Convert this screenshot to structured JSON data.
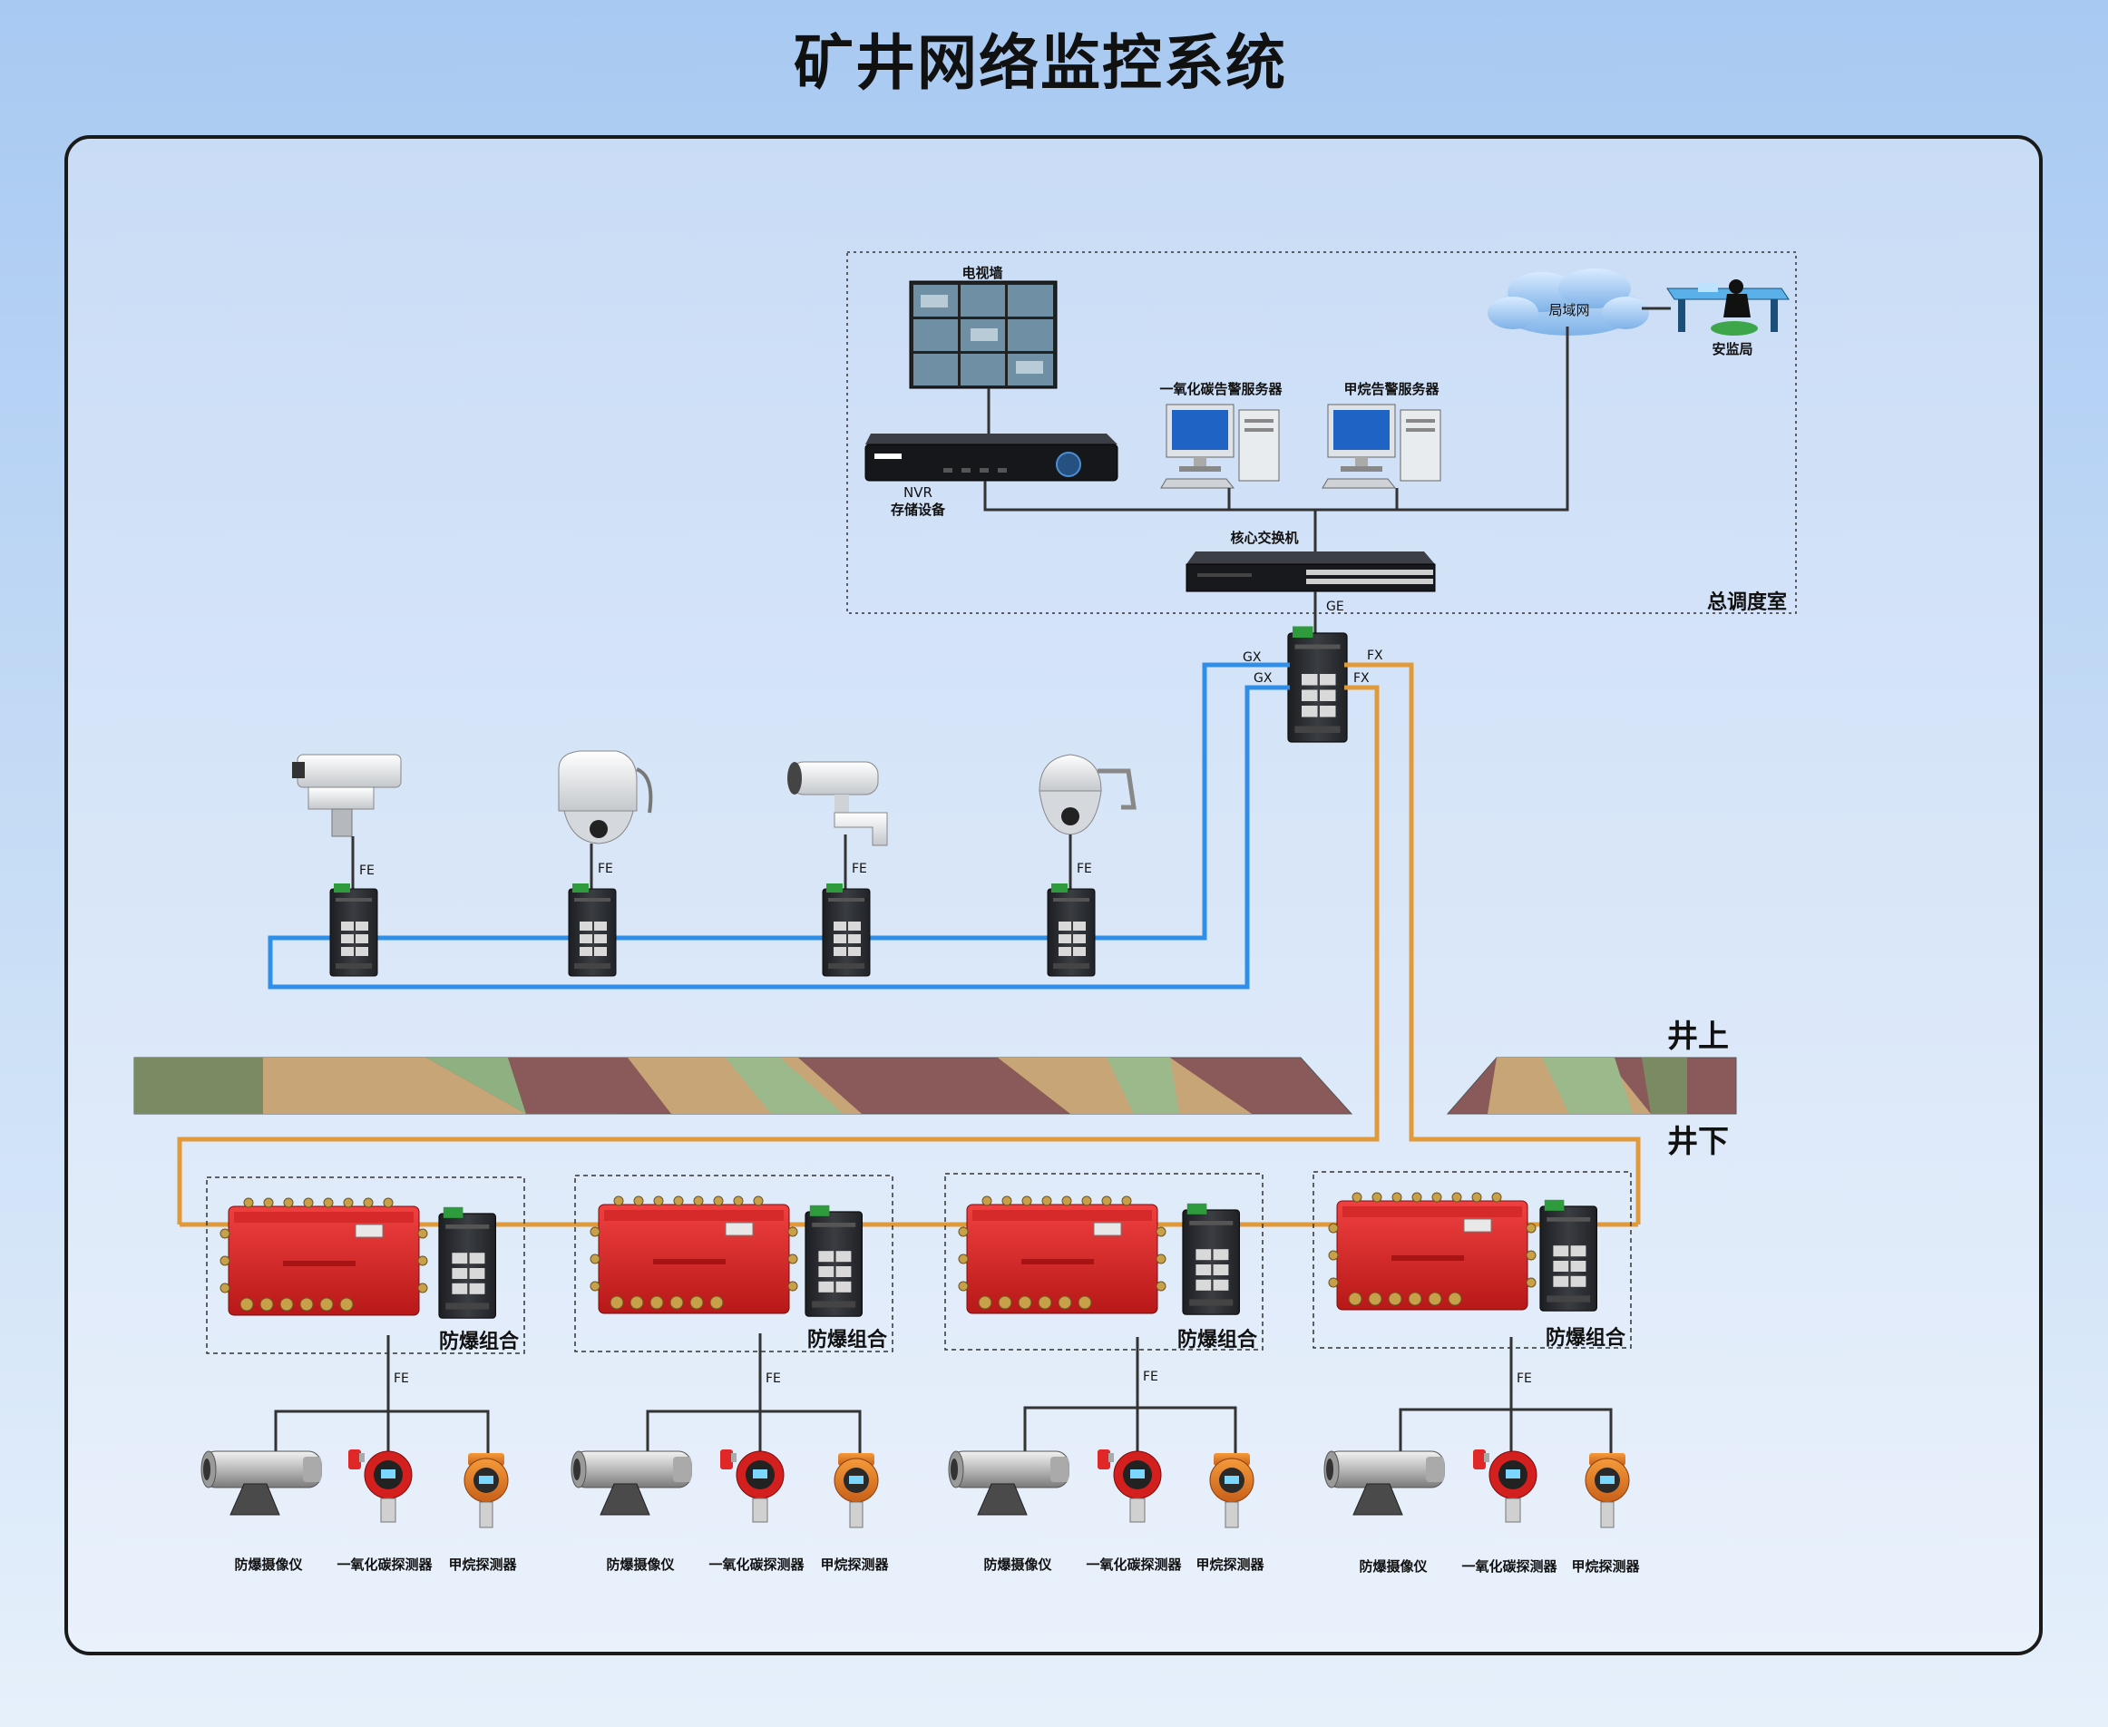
{
  "title": "矿井网络监控系统",
  "control_room": {
    "label": "总调度室",
    "tv_wall": "电视墙",
    "nvr_line1": "NVR",
    "nvr_line2": "存储设备",
    "co_server": "一氧化碳告警服务器",
    "ch4_server": "甲烷告警服务器",
    "lan": "局域网",
    "safety_bureau": "安监局",
    "core_switch": "核心交换机",
    "ge": "GE"
  },
  "uplinks": {
    "gx1": "GX",
    "gx2": "GX",
    "fx1": "FX",
    "fx2": "FX"
  },
  "surface_label": "井上",
  "underground_label": "井下",
  "surface_cameras": [
    {
      "port": "FE"
    },
    {
      "port": "FE"
    },
    {
      "port": "FE"
    },
    {
      "port": "FE"
    }
  ],
  "stations": [
    {
      "label": "防爆组合",
      "port": "FE",
      "dev1": "防爆摄像仪",
      "dev2": "一氧化碳探测器",
      "dev3": "甲烷探测器"
    },
    {
      "label": "防爆组合",
      "port": "FE",
      "dev1": "防爆摄像仪",
      "dev2": "一氧化碳探测器",
      "dev3": "甲烷探测器"
    },
    {
      "label": "防爆组合",
      "port": "FE",
      "dev1": "防爆摄像仪",
      "dev2": "一氧化碳探测器",
      "dev3": "甲烷探测器"
    },
    {
      "label": "防爆组合",
      "port": "FE",
      "dev1": "防爆摄像仪",
      "dev2": "一氧化碳探测器",
      "dev3": "甲烷探测器"
    }
  ],
  "colors": {
    "blue_link": "#2f8ee8",
    "orange_link": "#e09a3a",
    "box_red": "#e02222",
    "frame": "#1a1a1a"
  }
}
